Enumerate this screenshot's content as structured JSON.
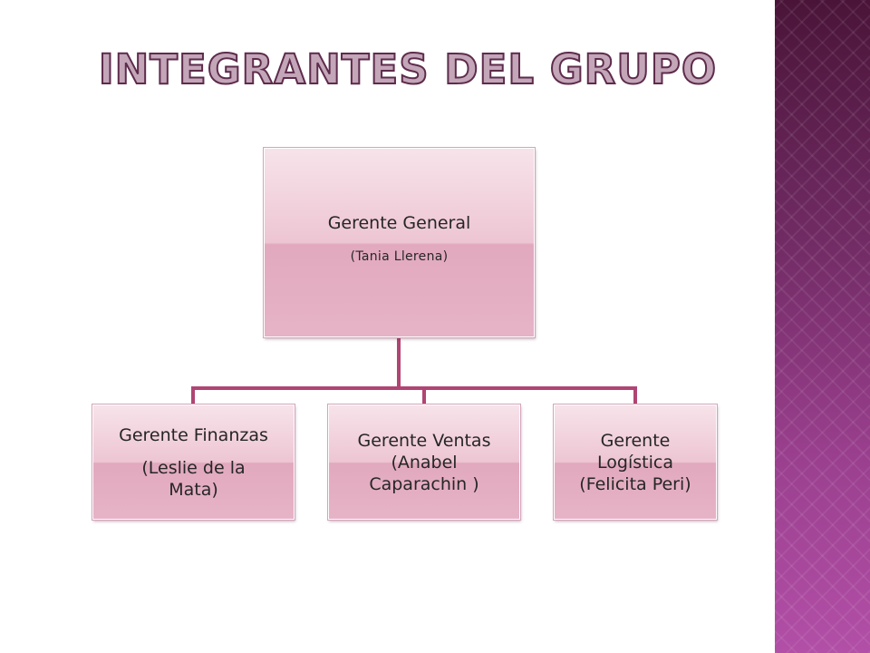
{
  "slide": {
    "title": "INTEGRANTES DEL GRUPO"
  },
  "org_chart": {
    "root": {
      "role": "Gerente General",
      "person": "(Tania Llerena)"
    },
    "children": [
      {
        "role": "Gerente Finanzas",
        "person": "(Leslie de la Mata)"
      },
      {
        "role": "Gerente Ventas",
        "person": "(Anabel Caparachin )"
      },
      {
        "role": "Gerente Logística",
        "person": "(Felicita Peri)"
      }
    ]
  },
  "colors": {
    "connector": "#b04573",
    "node_fill_top": "#f7e3ea",
    "node_fill_bottom": "#e2a9be",
    "title_fill": "#c3a6b8",
    "title_outline": "#5e2b4c",
    "side_panel": "#6e2a5e"
  }
}
